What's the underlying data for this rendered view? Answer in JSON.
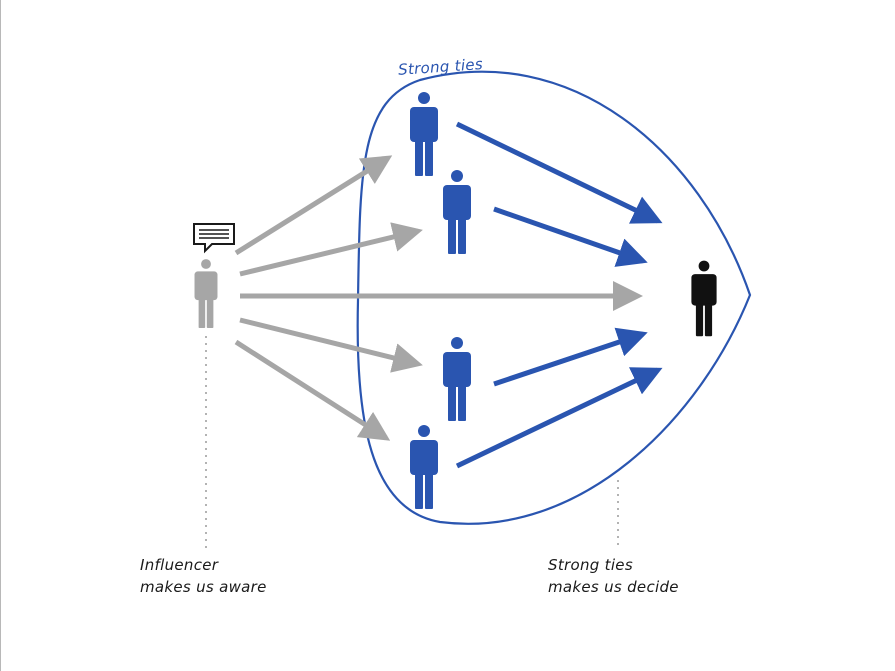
{
  "group_label": "Strong ties",
  "left_caption": {
    "line1": "Influencer",
    "line2": "makes us aware"
  },
  "right_caption": {
    "line1": "Strong ties",
    "line2": "makes us decide"
  },
  "colors": {
    "strong_tie": "#2a55b0",
    "influencer": "#a6a6a6",
    "decider": "#111111",
    "dotted": "#b3b3b3"
  },
  "icons": {
    "influencer": "person-icon",
    "speech": "speech-bubble-icon",
    "strong_tie": "person-icon",
    "decider": "person-icon"
  }
}
